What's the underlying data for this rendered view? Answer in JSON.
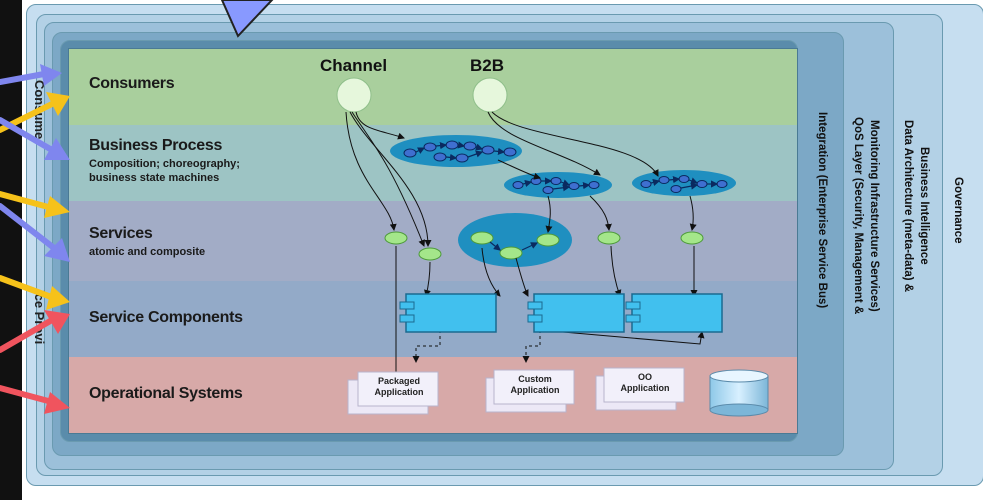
{
  "layers": {
    "consumers": "Consumers",
    "business_process": "Business Process",
    "business_process_sub1": "Composition; choreography;",
    "business_process_sub2": "business state machines",
    "services": "Services",
    "services_sub": "atomic and composite",
    "service_components": "Service Components",
    "operational_systems": "Operational Systems"
  },
  "channels": {
    "channel": "Channel",
    "b2b": "B2B"
  },
  "vertical_layers": {
    "integration": "Integration (Enterprise Service Bus)",
    "qos_line1": "QoS Layer (Security, Management &",
    "qos_line2": "Monitoring Infrastructure Services)",
    "data_line1": "Data Architecture (meta-data) &",
    "data_line2": "Business Intelligence",
    "governance": "Governance"
  },
  "applications": {
    "packaged_line1": "Packaged",
    "packaged_line2": "Application",
    "custom_line1": "Custom",
    "custom_line2": "Application",
    "oo_line1": "OO",
    "oo_line2": "Application"
  },
  "left_labels": {
    "top": "f Consume",
    "bottom": "ice Provi"
  },
  "colors": {
    "consumers": "#a9cf9d",
    "business_process": "#9dc4c4",
    "services": "#a2acc6",
    "service_components": "#93aac8",
    "operational_systems": "#d7a9a8",
    "arrow_blue": "#7f86ee",
    "arrow_yellow": "#f6c21a",
    "arrow_red": "#f0545e",
    "service_node": "#a4e68a",
    "process_blob": "#1f8fc0"
  }
}
